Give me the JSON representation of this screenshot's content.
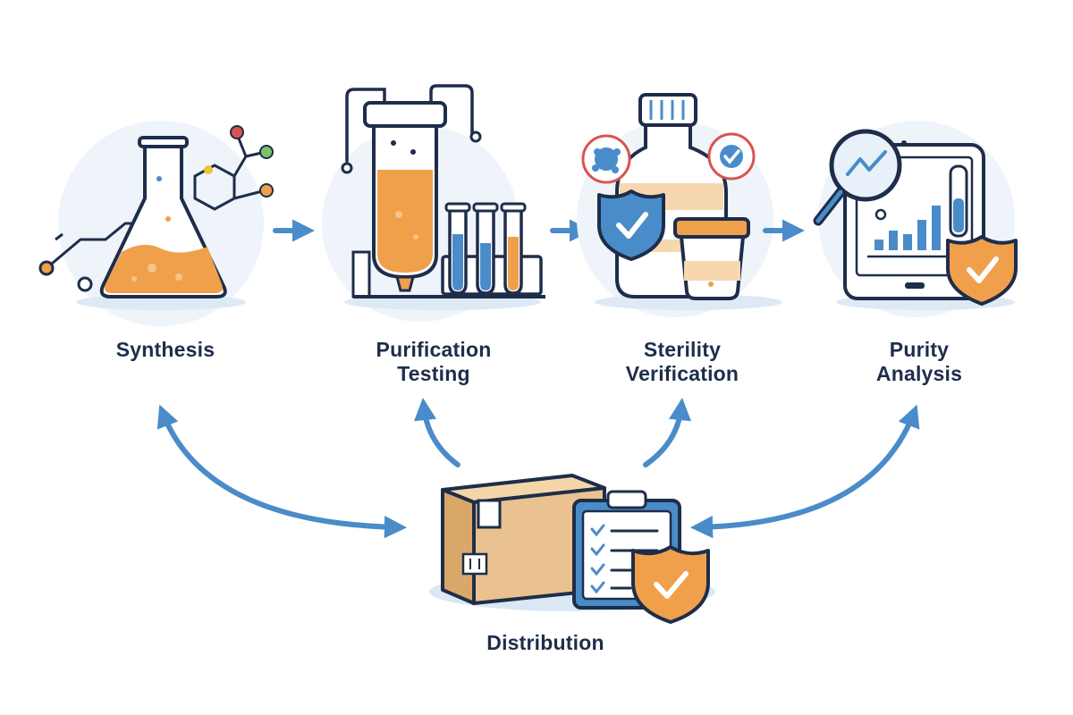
{
  "steps": [
    {
      "lines": [
        "Synthesis"
      ]
    },
    {
      "lines": [
        "Purification",
        "Testing"
      ]
    },
    {
      "lines": [
        "Sterility",
        "Verification"
      ]
    },
    {
      "lines": [
        "Purity",
        "Analysis"
      ]
    }
  ],
  "distribution": {
    "label": "Distribution"
  },
  "colors": {
    "outline": "#1e2d4a",
    "blue": "#4a8cc9",
    "light_blue": "#e8f1f9",
    "orange": "#f0a04b",
    "cardboard": "#e9c28f",
    "red": "#d9534f",
    "green": "#7cc26b",
    "yellow": "#f2c230"
  }
}
